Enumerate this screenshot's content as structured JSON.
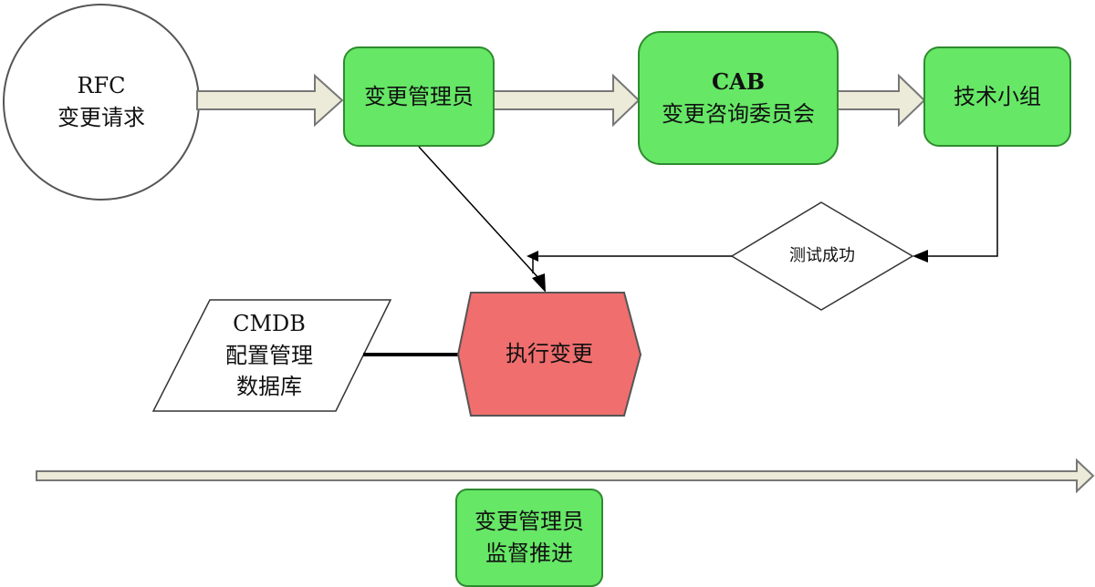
{
  "diagram": {
    "rfc": {
      "line1": "RFC",
      "line2": "变更请求"
    },
    "change_manager": {
      "label": "变更管理员"
    },
    "cab": {
      "line1": "CAB",
      "line2": "变更咨询委员会"
    },
    "tech_team": {
      "label": "技术小组"
    },
    "test_success": {
      "label": "测试成功"
    },
    "execute_change": {
      "label": "执行变更"
    },
    "cmdb": {
      "line1": "CMDB",
      "line2": "配置管理",
      "line3": "数据库"
    },
    "supervisor": {
      "line1": "变更管理员",
      "line2": "监督推进"
    }
  },
  "colors": {
    "process_fill": "#66e766",
    "process_stroke": "#2e8b2e",
    "execute_fill": "#f06e6e",
    "arrow_fill": "#ecead8",
    "arrow_stroke": "#777777",
    "line": "#000000"
  }
}
